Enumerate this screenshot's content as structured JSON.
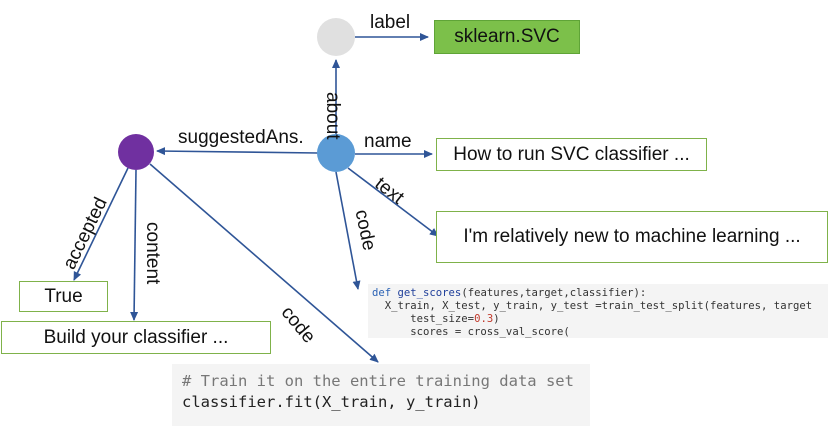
{
  "nodes": {
    "about": {
      "color": "#e0e0e0"
    },
    "question": {
      "color": "#5b9bd5"
    },
    "answer": {
      "color": "#7030a0"
    }
  },
  "edges": {
    "label": "label",
    "about": "about",
    "suggested": "suggestedAns.",
    "name": "name",
    "text": "text",
    "code_q": "code",
    "accepted": "accepted",
    "content": "content",
    "code_a": "code"
  },
  "boxes": {
    "sklearn": "sklearn.SVC",
    "name": "How to run SVC classifier ...",
    "text": "I'm relatively new to machine learning ...",
    "accepted": "True",
    "content": "Build your classifier ..."
  },
  "code_question": {
    "line1_kw": "def",
    "line1_fn": "get_scores",
    "line1_rest": "(features,target,classifier):",
    "line2": "  X_train, X_test, y_train, y_test =train_test_split(features, target",
    "line3_pre": "      test_size=",
    "line3_num": "0.3",
    "line3_post": ")",
    "line4": "      scores = cross_val_score("
  },
  "code_answer": {
    "line1": "# Train it on the entire training data set",
    "line2": "classifier.fit(X_train, y_train)"
  },
  "colors": {
    "edge": "#2f5597",
    "box_border": "#7fb24a",
    "box_fill_highlight": "#7cc04a"
  }
}
